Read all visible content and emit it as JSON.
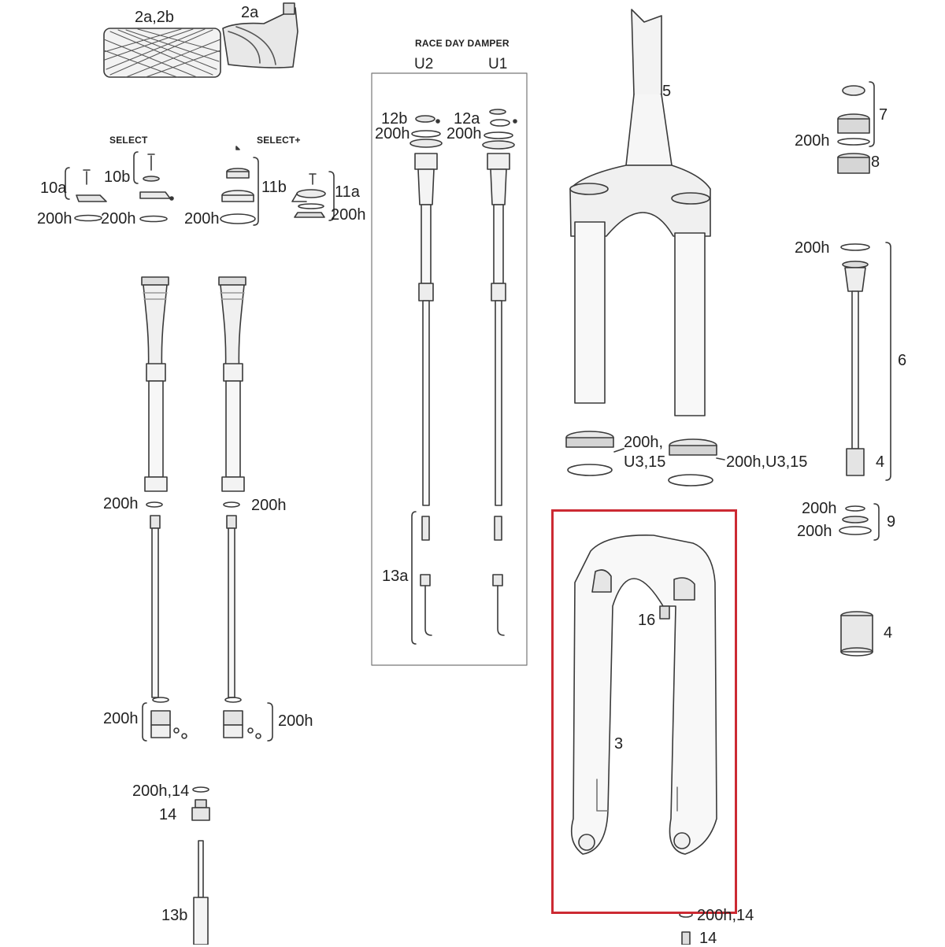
{
  "headers": {
    "select": "SELECT",
    "select_plus": "SELECT+",
    "race_day_damper": "RACE DAY DAMPER",
    "u2": "U2",
    "u1": "U1"
  },
  "labels": {
    "p2a2b": "2a,2b",
    "p2a": "2a",
    "p10a": "10a",
    "p10b": "10b",
    "p11b": "11b",
    "p11a": "11a",
    "p12b": "12b",
    "p12a": "12a",
    "p13a": "13a",
    "p13b": "13b",
    "p5": "5",
    "p7": "7",
    "p8": "8",
    "p6": "6",
    "p4a": "4",
    "p4b": "4",
    "p9": "9",
    "p3": "3",
    "p16": "16",
    "p14a": "14",
    "p14b": "14",
    "h_12b": "200h",
    "h_12a": "200h",
    "h_10a": "200h",
    "h_10b": "200h",
    "h_select_plus": "200h",
    "h_11a": "200h",
    "h_7": "200h",
    "h_6": "200h",
    "h_9a": "200h",
    "h_9b": "200h",
    "h_air_left": "200h",
    "h_air_right": "200h",
    "h_base_left": "200h",
    "h_base_right": "200h",
    "seal_left_1": "200h,",
    "seal_left_2": "U3,15",
    "seal_right": "200h,U3,15",
    "h14_top": "200h,14",
    "h14_bottom": "200h,14"
  },
  "highlight_color": "#cc2a33"
}
